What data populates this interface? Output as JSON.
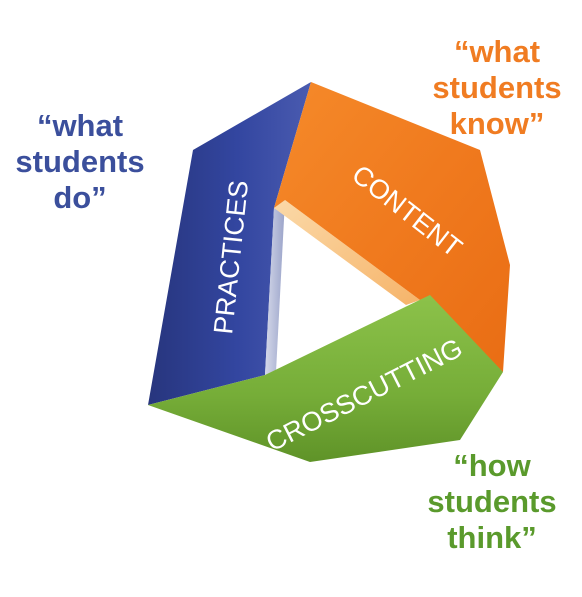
{
  "colors": {
    "practices": "#2e3f94",
    "content": "#f07c22",
    "crosscutting": "#77ad3b",
    "caption_do": "#3b4f9c",
    "caption_know": "#f07c22",
    "caption_think": "#5a9a2c",
    "band_text": "#ffffff"
  },
  "bands": {
    "practices": "PRACTICES",
    "content": "CONTENT",
    "crosscutting": "CROSSCUTTING"
  },
  "captions": {
    "do": [
      "“what",
      "students",
      "do”"
    ],
    "know": [
      "“what",
      "students",
      "know”"
    ],
    "think": [
      "“how",
      "students",
      "think”"
    ]
  }
}
